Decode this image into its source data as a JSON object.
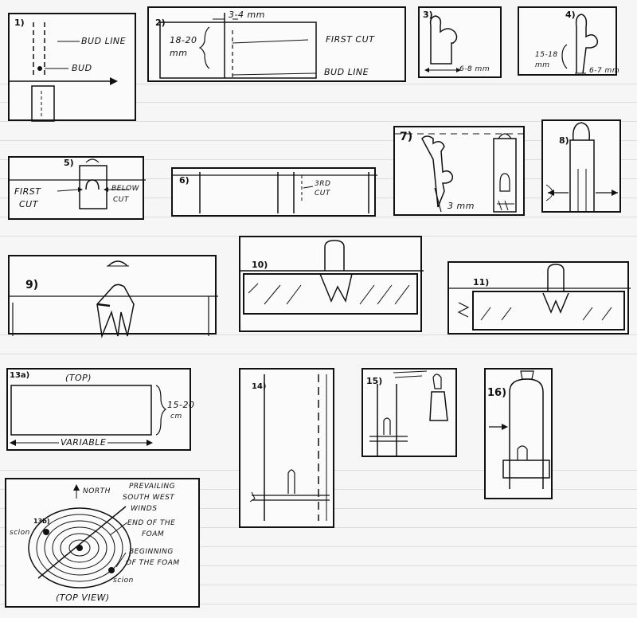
{
  "panels": {
    "p1": {
      "num": "1)",
      "bud_line": "BUD LINE",
      "bud": "BUD"
    },
    "p2": {
      "num": "2)",
      "top_dim": "3-4 mm",
      "left_dim_a": "18-20",
      "left_dim_b": "mm",
      "first_cut": "FIRST CUT",
      "bud_line": "BUD LINE"
    },
    "p3": {
      "num": "3)",
      "dim": "6-8 mm"
    },
    "p4": {
      "num": "4)",
      "dim_a": "15-18",
      "dim_b": "mm",
      "dim_c": "6-7 mm"
    },
    "p5": {
      "num": "5)",
      "first_a": "FIRST",
      "first_b": "CUT",
      "below_a": "BELOW",
      "below_b": "CUT"
    },
    "p6": {
      "num": "6)",
      "third_a": "3RD",
      "third_b": "CUT"
    },
    "p7": {
      "num": "7)",
      "dim": "3 mm"
    },
    "p8": {
      "num": "8)"
    },
    "p9": {
      "num": "9)"
    },
    "p10": {
      "num": "10)"
    },
    "p11": {
      "num": "11)"
    },
    "p13a": {
      "num": "13a)",
      "top": "(TOP)",
      "dim_a": "15-20",
      "dim_b": "cm",
      "variable": "VARIABLE"
    },
    "p14": {
      "num": "14)"
    },
    "p15": {
      "num": "15)"
    },
    "p16": {
      "num": "16)"
    },
    "p13b": {
      "num": "13b)",
      "north": "NORTH",
      "winds_a": "PREVAILING",
      "winds_b": "SOUTH WEST",
      "winds_c": "WINDS",
      "end_a": "END OF THE",
      "end_b": "FOAM",
      "begin_a": "BEGINNING",
      "begin_b": "OF THE FOAM",
      "scion_left": "scion",
      "scion_right": "scion",
      "top_view": "(TOP VIEW)"
    }
  }
}
